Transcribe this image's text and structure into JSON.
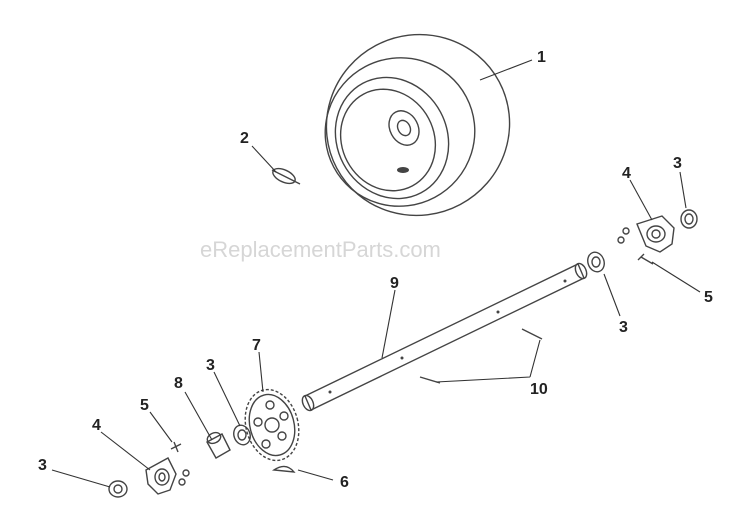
{
  "watermark": "eReplacementParts.com",
  "callouts": {
    "c1": "1",
    "c2": "2",
    "c3a": "3",
    "c4a": "4",
    "c5a": "5",
    "c3b": "3",
    "c9": "9",
    "c7": "7",
    "c3c": "3",
    "c8": "8",
    "c5b": "5",
    "c4b": "4",
    "c3d": "3",
    "c10": "10",
    "c6": "6"
  }
}
